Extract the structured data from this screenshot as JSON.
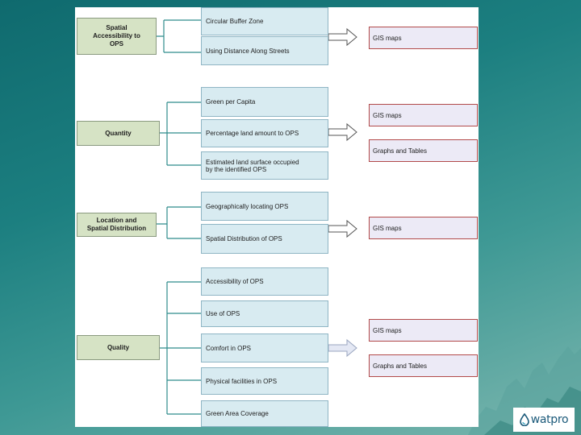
{
  "groups": [
    {
      "category": "Spatial\nAccessibility to\nOPS",
      "items": [
        "Circular Buffer Zone",
        "Using Distance Along Streets"
      ],
      "outputs": [
        "GIS maps"
      ]
    },
    {
      "category": "Quantity",
      "items": [
        "Green per Capita",
        "Percentage land amount to OPS",
        "Estimated land surface occupied\nby the identified OPS"
      ],
      "outputs": [
        "GIS maps",
        "Graphs and Tables"
      ]
    },
    {
      "category": "Location and\nSpatial Distribution",
      "items": [
        "Geographically locating OPS",
        "Spatial Distribution of OPS"
      ],
      "outputs": [
        "GIS maps"
      ]
    },
    {
      "category": "Quality",
      "items": [
        "Accessibility of OPS",
        "Use of OPS",
        "Comfort in OPS",
        "Physical facilities in OPS",
        "Green Area Coverage"
      ],
      "outputs": [
        "GIS maps",
        "Graphs and Tables"
      ]
    }
  ],
  "logo": {
    "text": "watpro",
    "icon": "water-drop-icon",
    "color": "#1c5a7a"
  },
  "colors": {
    "category_fill": "#d6e3c5",
    "item_fill": "#d8ebf1",
    "output_fill": "#eceaf6",
    "output_border": "#b24a4a",
    "connector": "#2f8c8c"
  }
}
